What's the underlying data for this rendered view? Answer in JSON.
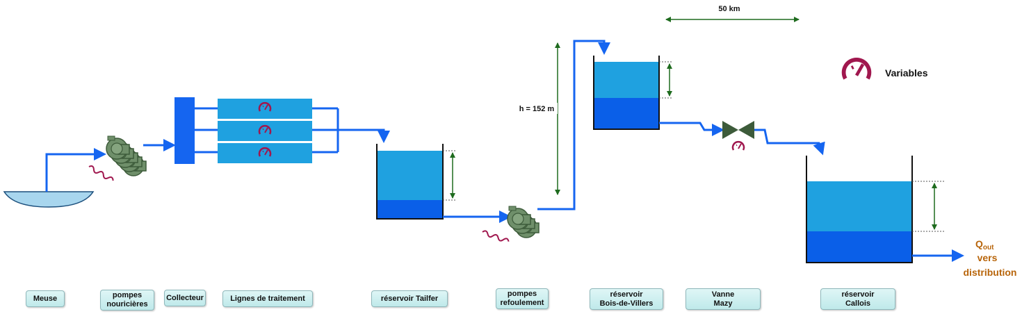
{
  "labels": {
    "distance": "50 km",
    "height": "h = 152 m",
    "variables": "Variables",
    "q_out_main": "Q",
    "q_out_sub": "out",
    "vers": "vers",
    "distribution": "distribution"
  },
  "buttons": {
    "meuse": "Meuse",
    "pompes_nouricieres_1": "pompes",
    "pompes_nouricieres_2": "nouricières",
    "collecteur": "Collecteur",
    "lignes": "Lignes de traitement",
    "tailfer": "réservoir Tailfer",
    "refoulement_1": "pompes",
    "refoulement_2": "refoulement",
    "bdv_1": "réservoir",
    "bdv_2": "Bois-de-Villers",
    "vanne_1": "Vanne",
    "vanne_2": "Mazy",
    "callois_1": "réservoir",
    "callois_2": "Callois"
  },
  "levels": {
    "tailfer": 0.27,
    "bois_de_villers": 0.45,
    "callois": 0.47
  },
  "colors": {
    "pipe": "#1565f0",
    "water_top": "#1fa1e0",
    "water_bottom": "#0a5fe8",
    "gauge": "#a0174e",
    "pump": "#6f8f6a",
    "arrow_green": "#1e6b1e",
    "q_out": "#b8650b"
  }
}
